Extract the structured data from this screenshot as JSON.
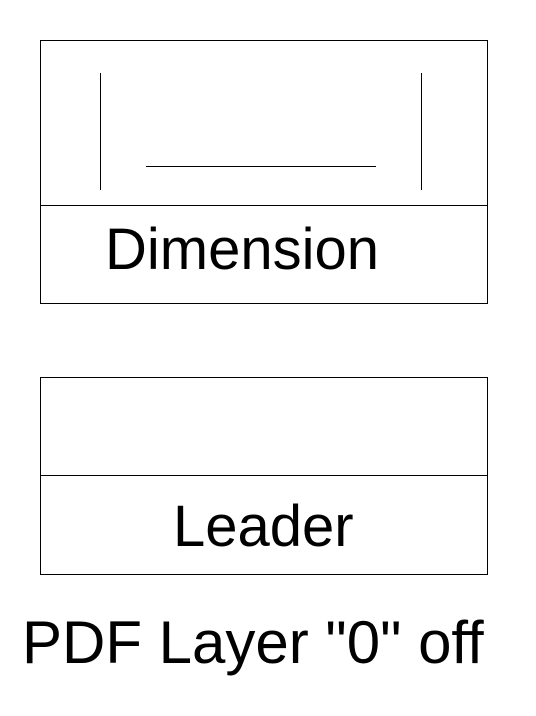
{
  "dimension_box": {
    "label": "Dimension"
  },
  "leader_box": {
    "label": "Leader"
  },
  "footer": {
    "text": "PDF Layer \"0\" off"
  }
}
